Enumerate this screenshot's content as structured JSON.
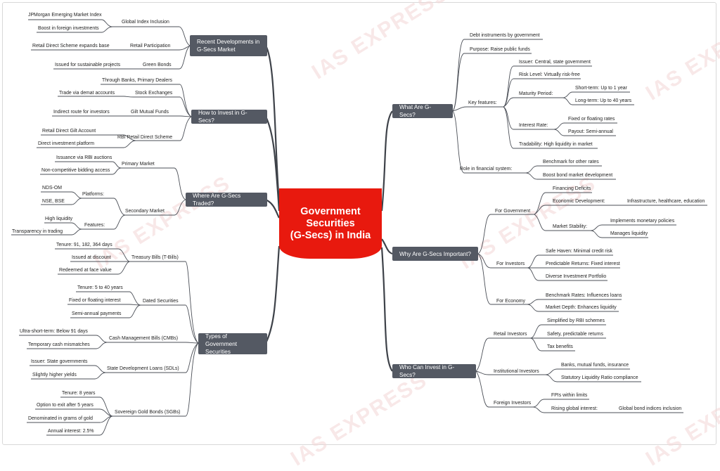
{
  "watermark": "IAS EXPRESS",
  "center": {
    "line1": "Government",
    "line2": "Securities",
    "line3": "(G-Secs) in India"
  },
  "hubs": {
    "recent": "Recent Developments in G-Secs Market",
    "invest": "How to Invest in G-Secs?",
    "traded": "Where Are G-Secs Traded?",
    "types": "Types of Government Securities",
    "what": "What Are G-Secs?",
    "why": "Why Are G-Secs Important?",
    "who": "Who Can Invest in G-Secs?"
  },
  "recent": {
    "global": "Global Index Inclusion",
    "jpm": "JPMorgan Emerging Market Index",
    "boost": "Boost in foreign investments",
    "retail": "Retail Participation",
    "rds": "Retail Direct Scheme expands base",
    "green": "Green Bonds",
    "sustain": "Issued for sustainable projects"
  },
  "invest": {
    "banks": "Through Banks, Primary Dealers",
    "stock": "Stock Exchanges",
    "demat": "Trade via demat accounts",
    "gilt": "Gilt Mutual Funds",
    "indirect": "Indirect route for investors",
    "rbi": "RBI Retail Direct Scheme",
    "giltacct": "Retail Direct Gilt Account",
    "direct": "Direct investment platform"
  },
  "traded": {
    "primary": "Primary Market",
    "auction": "Issuance via RBI auctions",
    "noncomp": "Non-competitive bidding access",
    "secondary": "Secondary Market",
    "platforms": "Platforms:",
    "ndsom": "NDS-OM",
    "nse": "NSE, BSE",
    "features": "Features:",
    "liquidity": "High liquidity",
    "transparency": "Transparency in trading"
  },
  "types": {
    "tbills": "Treasury Bills (T-Bills)",
    "tb1": "Tenure: 91, 182, 364 days",
    "tb2": "Issued at discount",
    "tb3": "Redeemed at face value",
    "dated": "Dated Securities",
    "ds1": "Tenure: 5 to 40 years",
    "ds2": "Fixed or floating interest",
    "ds3": "Semi-annual payments",
    "cmb": "Cash Management Bills (CMBs)",
    "cmb1": "Ultra-short-term: Below 91 days",
    "cmb2": "Temporary cash mismatches",
    "sdl": "State Development Loans (SDLs)",
    "sdl1": "Issuer: State governments",
    "sdl2": "Slightly higher yields",
    "sgb": "Sovereign Gold Bonds (SGBs)",
    "sgb1": "Tenure: 8 years",
    "sgb2": "Option to exit after 5 years",
    "sgb3": "Denominated in grams of gold",
    "sgb4": "Annual interest: 2.5%"
  },
  "what": {
    "debt": "Debt instruments by government",
    "purpose": "Purpose: Raise public funds",
    "key": "Key features:",
    "issuer": "Issuer: Central, state government",
    "risk": "Risk Level: Virtually risk-free",
    "maturity": "Maturity Period:",
    "short": "Short-term: Up to 1 year",
    "long": "Long-term: Up to 40 years",
    "interest": "Interest Rate:",
    "fixed": "Fixed or floating rates",
    "payout": "Payout: Semi-annual",
    "trad": "Tradability: High liquidity in market",
    "role": "Role in financial system:",
    "bench": "Benchmark for other rates",
    "bond": "Boost bond market development"
  },
  "why": {
    "gov": "For Government",
    "deficit": "Financing Deficits",
    "econ": "Economic Development:",
    "infra": "Infrastructure, healthcare, education",
    "stab": "Market Stability:",
    "monetary": "Implements monetary policies",
    "manages": "Manages liquidity",
    "investors": "For Investors",
    "safe": "Safe Haven: Minimal credit risk",
    "predict": "Predictable Returns: Fixed interest",
    "diverse": "Diverse Investment Portfolio",
    "economy": "For Economy",
    "benchrate": "Benchmark Rates: Influences loans",
    "depth": "Market Depth: Enhances liquidity"
  },
  "who": {
    "retail": "Retail Investors",
    "simp": "Simplified by RBI schemes",
    "safety": "Safety, predictable returns",
    "tax": "Tax benefits",
    "inst": "Institutional Investors",
    "banks": "Banks, mutual funds, insurance",
    "slr": "Statutory Liquidity Ratio compliance",
    "foreign": "Foreign Investors",
    "fpi": "FPIs within limits",
    "rising": "Rising global interest:",
    "gbi": "Global bond indices inclusion"
  }
}
